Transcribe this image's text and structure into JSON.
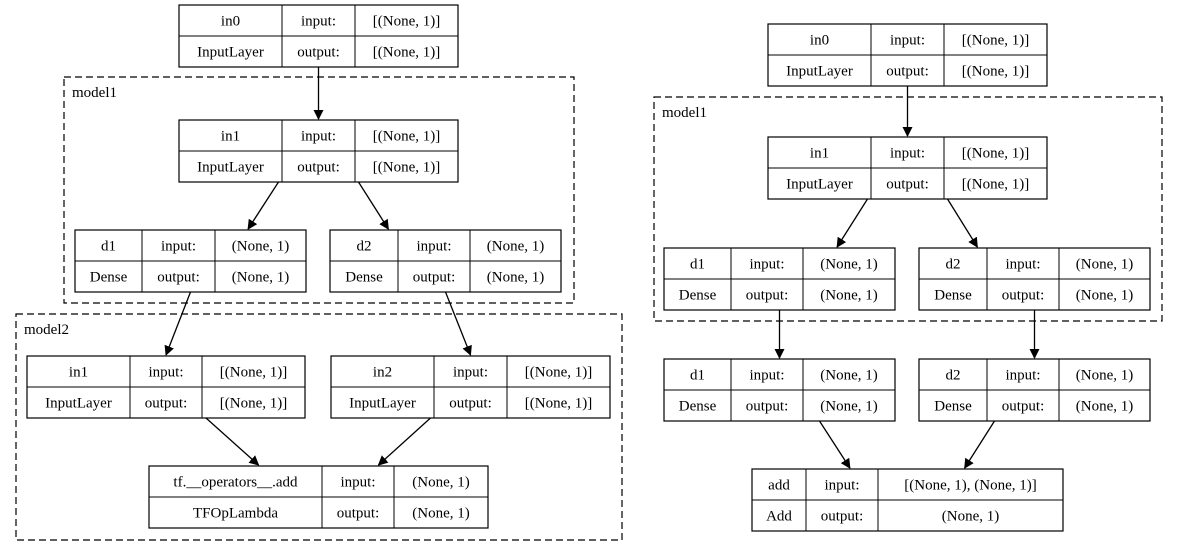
{
  "diagrams": [
    {
      "clusters": [
        {
          "id": "model1",
          "label": "model1"
        },
        {
          "id": "model2",
          "label": "model2"
        }
      ],
      "nodes": [
        {
          "id": "in0",
          "name": "in0",
          "type": "InputLayer",
          "input": "[(None, 1)]",
          "output": "[(None, 1)]"
        },
        {
          "id": "m1_in1",
          "name": "in1",
          "type": "InputLayer",
          "input": "[(None, 1)]",
          "output": "[(None, 1)]"
        },
        {
          "id": "m1_d1",
          "name": "d1",
          "type": "Dense",
          "input": "(None, 1)",
          "output": "(None, 1)"
        },
        {
          "id": "m1_d2",
          "name": "d2",
          "type": "Dense",
          "input": "(None, 1)",
          "output": "(None, 1)"
        },
        {
          "id": "m2_in1",
          "name": "in1",
          "type": "InputLayer",
          "input": "[(None, 1)]",
          "output": "[(None, 1)]"
        },
        {
          "id": "m2_in2",
          "name": "in2",
          "type": "InputLayer",
          "input": "[(None, 1)]",
          "output": "[(None, 1)]"
        },
        {
          "id": "m2_add",
          "name": "tf.__operators__.add",
          "type": "TFOpLambda",
          "input": "(None, 1)",
          "output": "(None, 1)"
        }
      ],
      "edges": [
        [
          "in0",
          "m1_in1"
        ],
        [
          "m1_in1",
          "m1_d1"
        ],
        [
          "m1_in1",
          "m1_d2"
        ],
        [
          "m1_d1",
          "m2_in1"
        ],
        [
          "m1_d2",
          "m2_in2"
        ],
        [
          "m2_in1",
          "m2_add"
        ],
        [
          "m2_in2",
          "m2_add"
        ]
      ]
    },
    {
      "clusters": [
        {
          "id": "model1",
          "label": "model1"
        }
      ],
      "nodes": [
        {
          "id": "in0",
          "name": "in0",
          "type": "InputLayer",
          "input": "[(None, 1)]",
          "output": "[(None, 1)]"
        },
        {
          "id": "m1_in1",
          "name": "in1",
          "type": "InputLayer",
          "input": "[(None, 1)]",
          "output": "[(None, 1)]"
        },
        {
          "id": "m1_d1",
          "name": "d1",
          "type": "Dense",
          "input": "(None, 1)",
          "output": "(None, 1)"
        },
        {
          "id": "m1_d2",
          "name": "d2",
          "type": "Dense",
          "input": "(None, 1)",
          "output": "(None, 1)"
        },
        {
          "id": "d1",
          "name": "d1",
          "type": "Dense",
          "input": "(None, 1)",
          "output": "(None, 1)"
        },
        {
          "id": "d2",
          "name": "d2",
          "type": "Dense",
          "input": "(None, 1)",
          "output": "(None, 1)"
        },
        {
          "id": "add",
          "name": "add",
          "type": "Add",
          "input": "[(None, 1), (None, 1)]",
          "output": "(None, 1)"
        }
      ],
      "edges": [
        [
          "in0",
          "m1_in1"
        ],
        [
          "m1_in1",
          "m1_d1"
        ],
        [
          "m1_in1",
          "m1_d2"
        ],
        [
          "m1_d1",
          "d1"
        ],
        [
          "m1_d2",
          "d2"
        ],
        [
          "d1",
          "add"
        ],
        [
          "d2",
          "add"
        ]
      ]
    }
  ]
}
